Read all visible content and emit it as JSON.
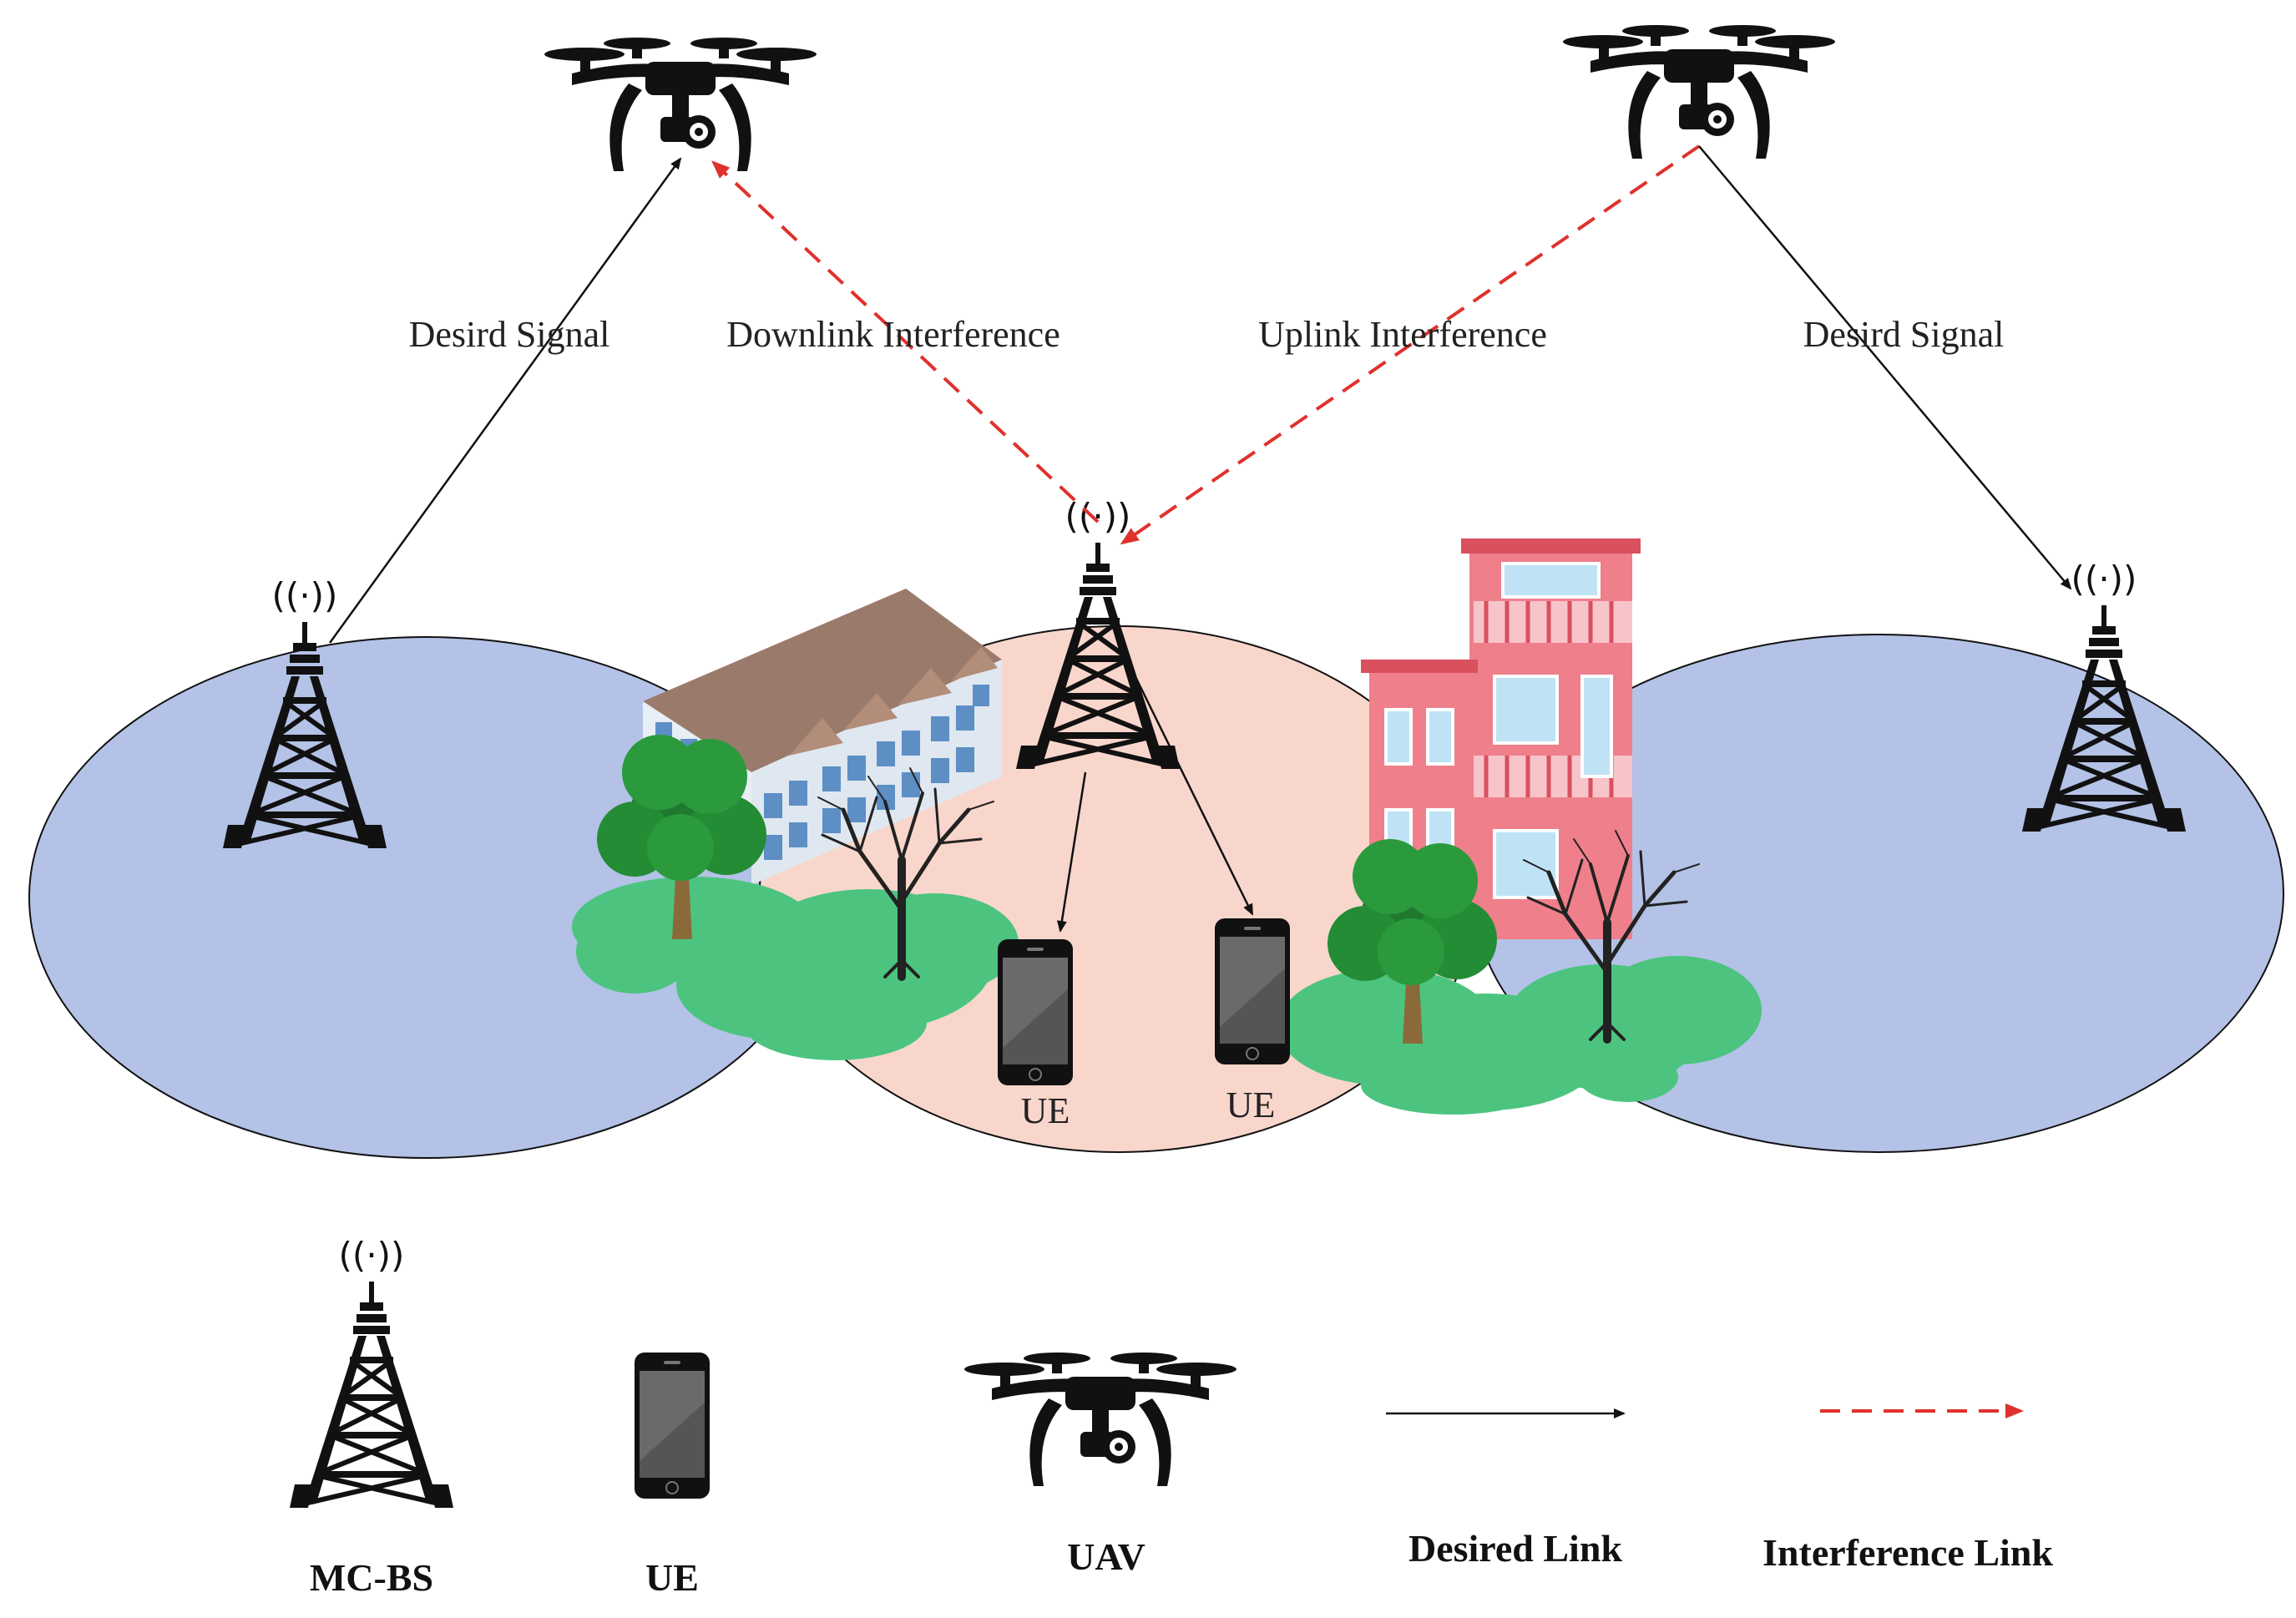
{
  "diagram": {
    "labels": {
      "desired_signal_left": "Desird Signal",
      "downlink_interference": "Downlink Interference",
      "uplink_interference": "Uplink Interference",
      "desired_signal_right": "Desird Signal",
      "ue_left": "UE",
      "ue_right": "UE"
    },
    "legend": {
      "mc_bs": "MC-BS",
      "ue": "UE",
      "uav": "UAV",
      "desired_link": "Desired Link",
      "interference_link": "Interference Link"
    },
    "colors": {
      "macro_cell": "#b3c2e6",
      "center_cell": "#f9d6cc",
      "interference": "#e0312c",
      "desired": "#111111",
      "grass": "#4cc47f",
      "building_pink": "#ef7f8a"
    },
    "icons": [
      "mc-bs-tower-icon",
      "ue-phone-icon",
      "uav-drone-icon",
      "tree-icon",
      "bare-tree-icon",
      "apartment-building-icon",
      "house-building-icon"
    ]
  }
}
